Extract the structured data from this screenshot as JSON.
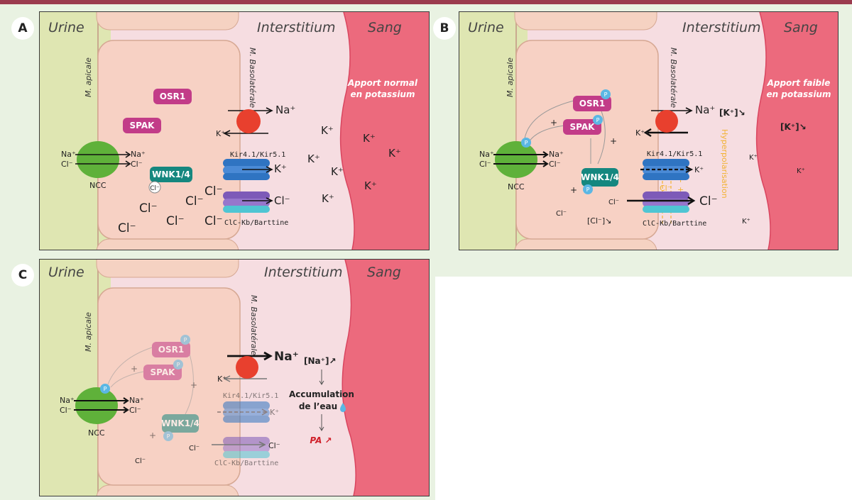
{
  "panels": {
    "a": {
      "letter": "A",
      "sang_note_1": "Apport normal",
      "sang_note_2": "en potassium"
    },
    "b": {
      "letter": "B",
      "sang_note_1": "Apport faible",
      "sang_note_2": "en potassium",
      "k_conc": "[K⁺]↘",
      "cl_conc": "[Cl⁻]↘"
    },
    "c": {
      "letter": "C",
      "na_conc": "[Na⁺]↗",
      "accum_1": "Accumulation",
      "accum_2": "de l’eau",
      "pa": "PA ↗"
    }
  },
  "labels": {
    "urine": "Urine",
    "interstitium": "Interstitium",
    "sang": "Sang",
    "apical": "M. apicale",
    "basolateral": "M. Basolatérale",
    "osr1": "OSR1",
    "spak": "SPAK",
    "wnk": "WNK1/4",
    "ncc": "NCC",
    "kir": "Kir4.1/Kir5.1",
    "clc": "ClC-Kb/Barttine",
    "na": "Na⁺",
    "k": "K⁺",
    "cl": "Cl⁻",
    "p": "P",
    "plus": "+",
    "hyperpol": "Hyperpolarisation"
  },
  "colors": {
    "urine_bg": "#dfe6b2",
    "cell": "#f7d1c4",
    "interstitium": "#f6dde1",
    "sang": "#ec6a7d",
    "osr1": "#c23c88",
    "spak": "#c23c88",
    "wnk": "#15877f",
    "ncc": "#5fb13a",
    "pump": "#e8402e",
    "kir": "#2f74c2",
    "clc": "#7d5ab8",
    "phospho": "#5bb7e4",
    "hyperpol": "#f2b232"
  }
}
